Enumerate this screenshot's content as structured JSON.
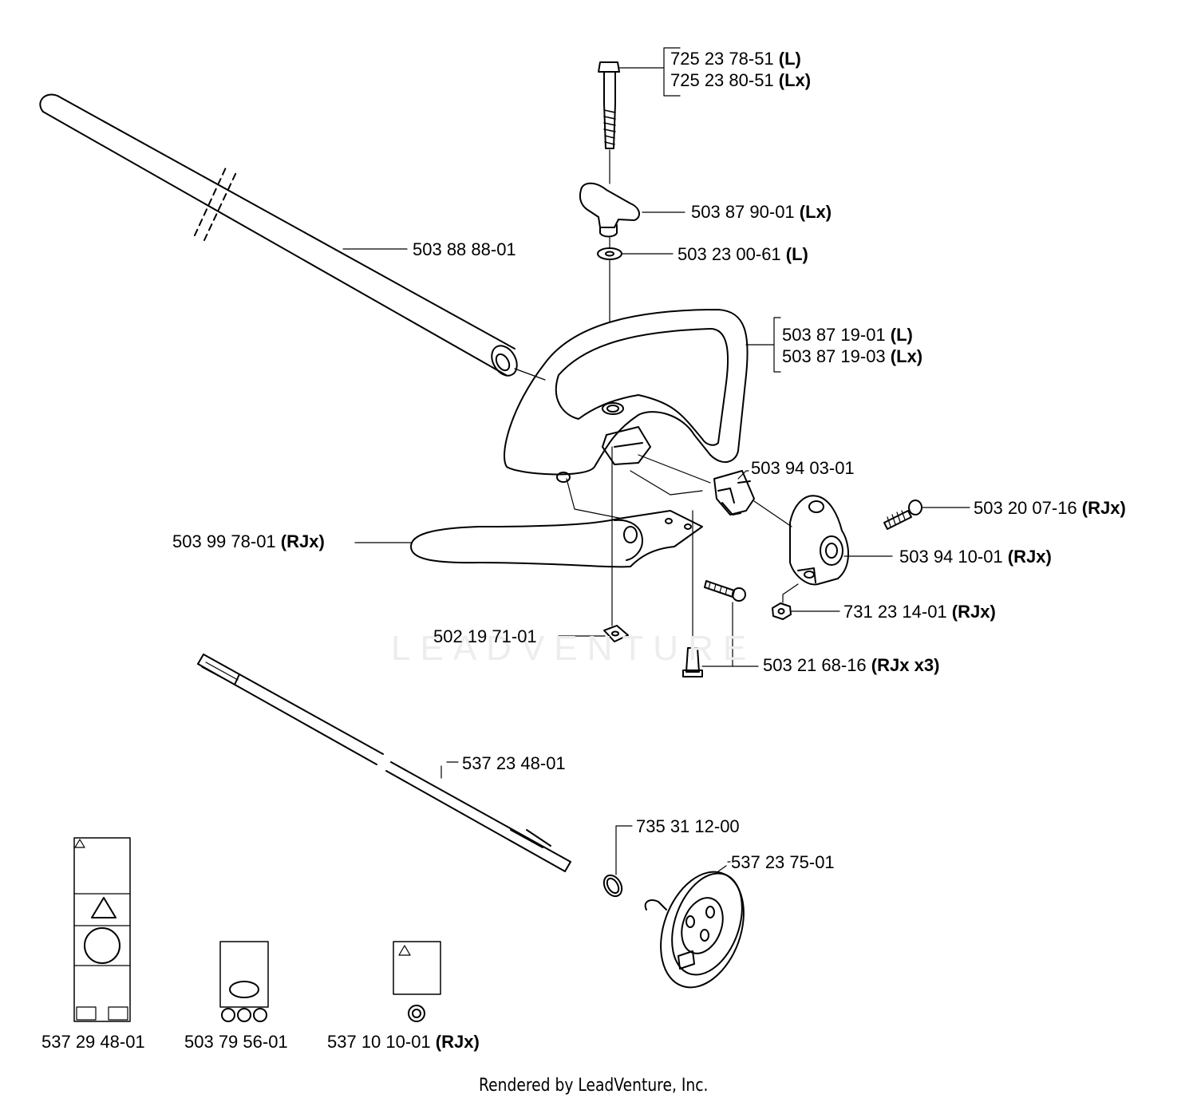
{
  "watermark": "LEADVENTURE",
  "footer": "Rendered by LeadVenture, Inc.",
  "parts": {
    "bolt": {
      "line1": {
        "num": "725 23 78-51",
        "tag": "(L)"
      },
      "line2": {
        "num": "725 23 80-51",
        "tag": "(Lx)"
      }
    },
    "knob": {
      "num": "503 87 90-01",
      "tag": "(Lx)"
    },
    "washer": {
      "num": "503 23 00-61",
      "tag": "(L)"
    },
    "tube": {
      "num": "503 88 88-01"
    },
    "handle": {
      "line1": {
        "num": "503 87 19-01",
        "tag": "(L)"
      },
      "line2": {
        "num": "503 87 19-03",
        "tag": "(Lx)"
      }
    },
    "clip": {
      "num": "503 94 03-01"
    },
    "screw": {
      "num": "503 20 07-16",
      "tag": "(RJx)"
    },
    "holder": {
      "num": "503 94 10-01",
      "tag": "(RJx)"
    },
    "guard": {
      "num": "503 99 78-01",
      "tag": "(RJx)"
    },
    "nut": {
      "num": "731 23 14-01",
      "tag": "(RJx)"
    },
    "square_nut": {
      "num": "502 19 71-01"
    },
    "screws3": {
      "num": "503 21 68-16",
      "tag": "(RJx x3)"
    },
    "shaft": {
      "num": "537 23 48-01"
    },
    "oring": {
      "num": "735 31 12-00"
    },
    "drum": {
      "num": "537 23 75-01"
    },
    "decal1": {
      "num": "537 29 48-01"
    },
    "decal2": {
      "num": "503 79 56-01"
    },
    "decal3": {
      "num": "537 10 10-01",
      "tag": "(RJx)"
    }
  }
}
